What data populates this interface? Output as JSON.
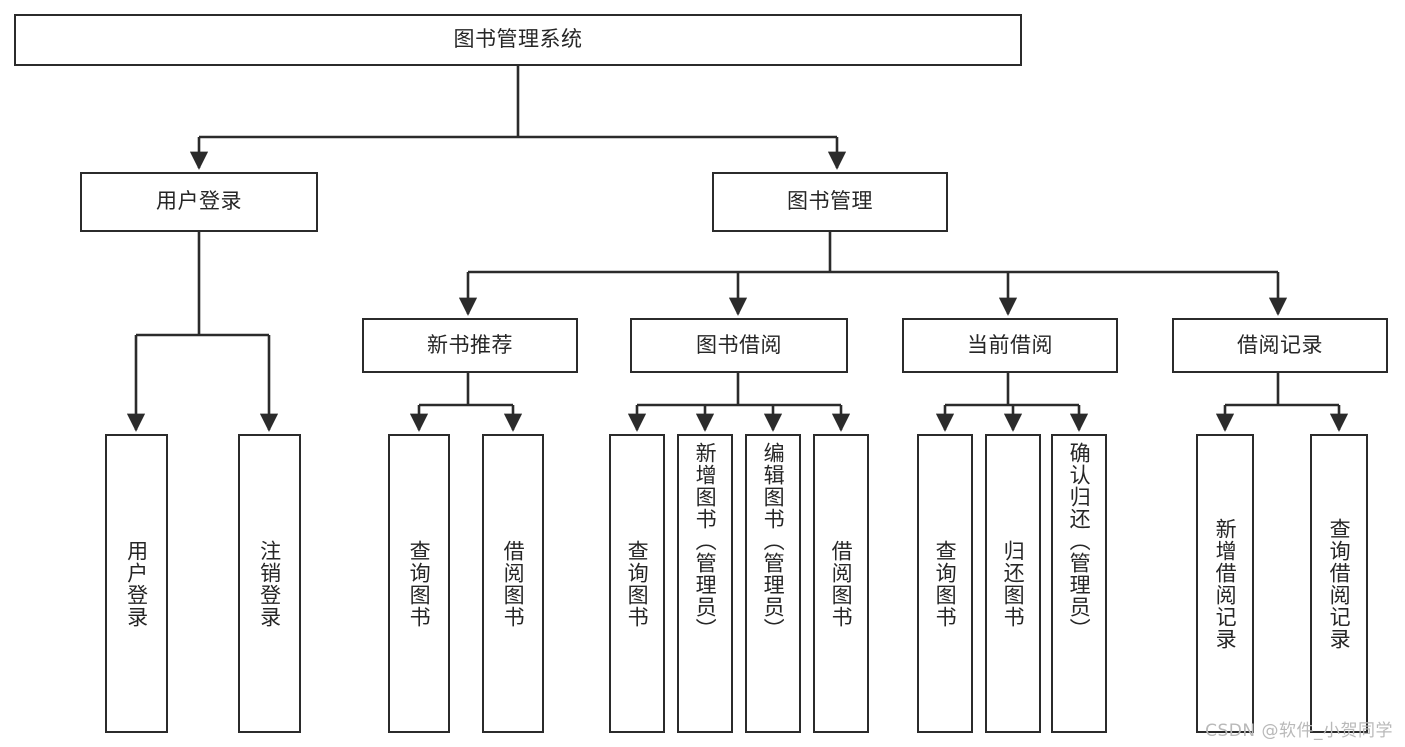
{
  "diagram": {
    "title": "图书管理系统",
    "watermark": "CSDN @软件_小贺同学",
    "colors": {
      "stroke": "#2b2b2b",
      "background": "#ffffff",
      "text": "#262626",
      "watermark": "#b9b9b9"
    },
    "levels": {
      "root": "图书管理系统",
      "level2": [
        "用户登录",
        "图书管理"
      ],
      "level3": [
        "新书推荐",
        "图书借阅",
        "当前借阅",
        "借阅记录"
      ]
    },
    "nodes": {
      "root": {
        "label": "图书管理系统"
      },
      "user_login": {
        "label": "用户登录"
      },
      "book_manage": {
        "label": "图书管理"
      },
      "new_book_rec": {
        "label": "新书推荐"
      },
      "book_borrow": {
        "label": "图书借阅"
      },
      "current_borrow": {
        "label": "当前借阅"
      },
      "borrow_record": {
        "label": "借阅记录"
      },
      "leaf_user_login": {
        "label": "用户登录"
      },
      "leaf_logout": {
        "label": "注销登录"
      },
      "leaf_query_book_1": {
        "label": "查询图书"
      },
      "leaf_borrow_book_1": {
        "label": "借阅图书"
      },
      "leaf_query_book_2": {
        "label": "查询图书"
      },
      "leaf_add_book": {
        "label": "新增图书（管理员）"
      },
      "leaf_edit_book": {
        "label": "编辑图书（管理员）"
      },
      "leaf_borrow_book_2": {
        "label": "借阅图书"
      },
      "leaf_query_book_3": {
        "label": "查询图书"
      },
      "leaf_return_book": {
        "label": "归还图书"
      },
      "leaf_confirm_return": {
        "label": "确认归还（管理员）"
      },
      "leaf_add_record": {
        "label": "新增借阅记录"
      },
      "leaf_query_record": {
        "label": "查询借阅记录"
      }
    },
    "edges": [
      {
        "from": "root",
        "to": "user_login"
      },
      {
        "from": "root",
        "to": "book_manage"
      },
      {
        "from": "user_login",
        "to": "leaf_user_login"
      },
      {
        "from": "user_login",
        "to": "leaf_logout"
      },
      {
        "from": "book_manage",
        "to": "new_book_rec"
      },
      {
        "from": "book_manage",
        "to": "book_borrow"
      },
      {
        "from": "book_manage",
        "to": "current_borrow"
      },
      {
        "from": "book_manage",
        "to": "borrow_record"
      },
      {
        "from": "new_book_rec",
        "to": "leaf_query_book_1"
      },
      {
        "from": "new_book_rec",
        "to": "leaf_borrow_book_1"
      },
      {
        "from": "book_borrow",
        "to": "leaf_query_book_2"
      },
      {
        "from": "book_borrow",
        "to": "leaf_add_book"
      },
      {
        "from": "book_borrow",
        "to": "leaf_edit_book"
      },
      {
        "from": "book_borrow",
        "to": "leaf_borrow_book_2"
      },
      {
        "from": "current_borrow",
        "to": "leaf_query_book_3"
      },
      {
        "from": "current_borrow",
        "to": "leaf_return_book"
      },
      {
        "from": "current_borrow",
        "to": "leaf_confirm_return"
      },
      {
        "from": "borrow_record",
        "to": "leaf_add_record"
      },
      {
        "from": "borrow_record",
        "to": "leaf_query_record"
      }
    ]
  }
}
